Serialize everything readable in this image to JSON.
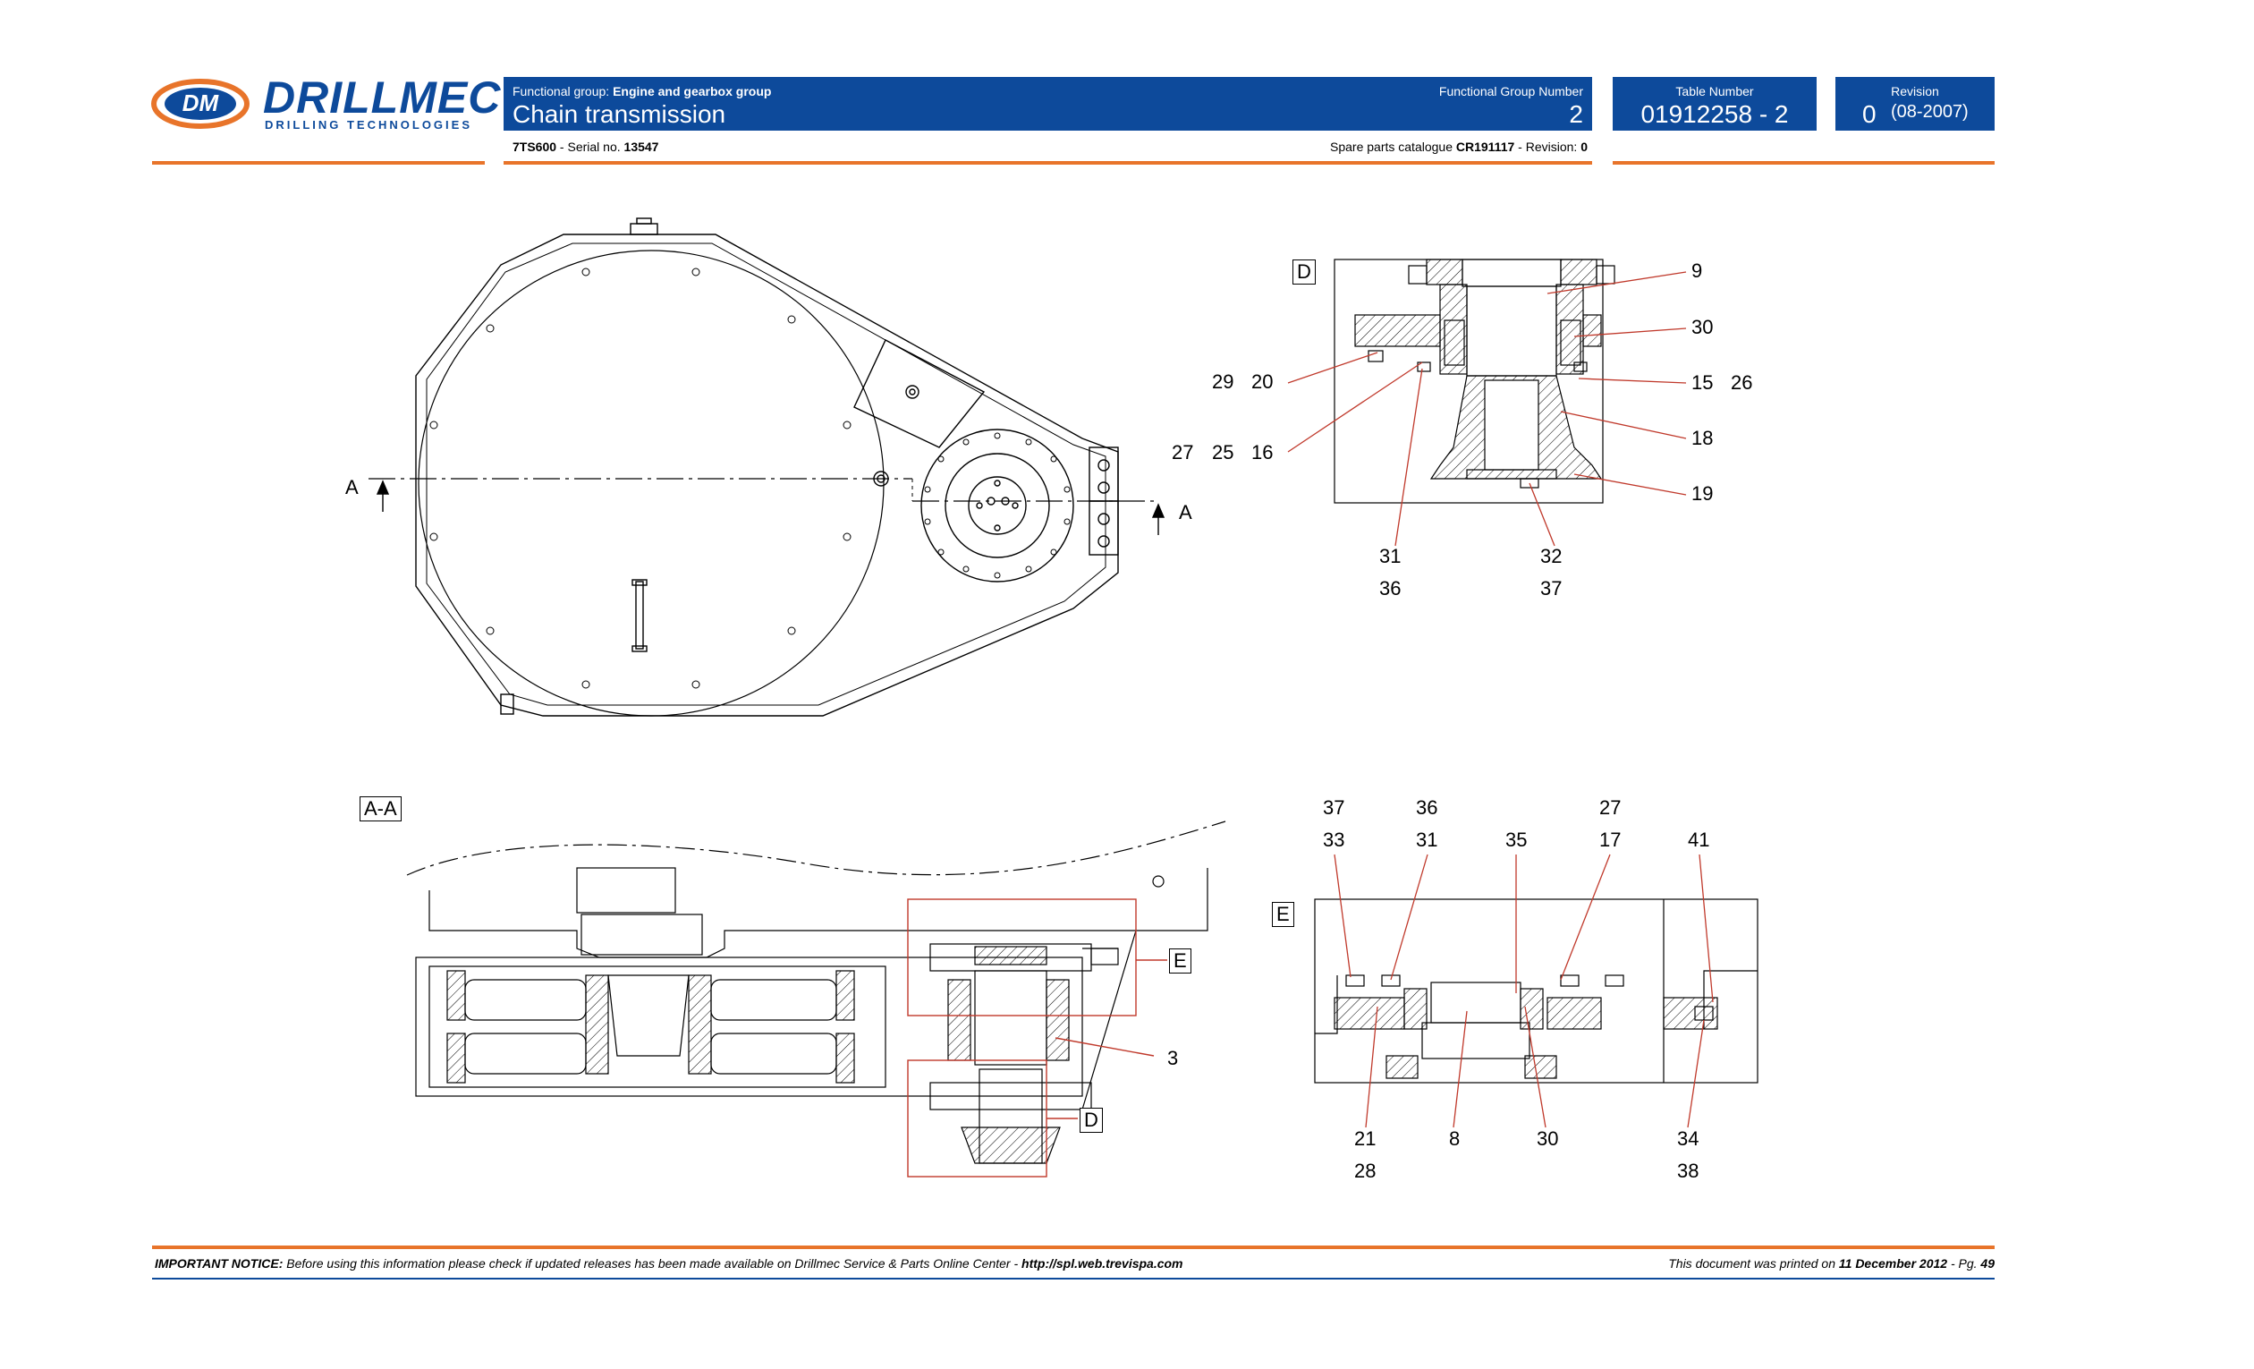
{
  "logo": {
    "text": "DRILLMEC",
    "subtitle": "DRILLING TECHNOLOGIES",
    "mark": "DM"
  },
  "header": {
    "functional_group_prefix": "Functional group: ",
    "functional_group_value": "Engine and gearbox group",
    "title": "Chain transmission",
    "fgn_label": "Functional Group Number",
    "fgn_value": "2",
    "table_label": "Table Number",
    "table_value": "01912258 - 2",
    "revision_label": "Revision",
    "revision_value": "0",
    "revision_date": "(08-2007)",
    "model": "7TS600",
    "serial_prefix": " - Serial no. ",
    "serial_value": "13547",
    "catalogue_prefix": "Spare parts catalogue ",
    "catalogue_value": "CR191117",
    "cat_rev_prefix": " - Revision: ",
    "cat_rev_value": "0"
  },
  "drawing": {
    "section_marker": "A",
    "view_aa_label": "A-A",
    "detail_d_label": "D",
    "detail_e_label": "E",
    "part_3": "3",
    "detail_d_callouts": {
      "c9": "9",
      "c30": "30",
      "c29": "29",
      "c20": "20",
      "c15": "15",
      "c26": "26",
      "c27": "27",
      "c25": "25",
      "c16": "16",
      "c18": "18",
      "c19": "19",
      "c31": "31",
      "c36": "36",
      "c32": "32",
      "c37": "37"
    },
    "detail_e_callouts": {
      "c37": "37",
      "c36": "36",
      "c27": "27",
      "c33": "33",
      "c31": "31",
      "c35": "35",
      "c17": "17",
      "c41": "41",
      "c21": "21",
      "c28": "28",
      "c8": "8",
      "c30": "30",
      "c34": "34",
      "c38": "38"
    }
  },
  "footer": {
    "notice_label": "IMPORTANT NOTICE:",
    "notice_text": " Before using this information please check if updated releases has been made available on Drillmec Service & Parts Online Center - ",
    "notice_url": "http://spl.web.trevispa.com",
    "printed_prefix": "This document was printed on ",
    "printed_date": "11 December 2012",
    "page_prefix": " - Pg. ",
    "page_number": "49"
  },
  "colors": {
    "header_blue": "#0d4a9b",
    "accent_orange": "#e8742a",
    "callout_red": "#c0392b"
  }
}
